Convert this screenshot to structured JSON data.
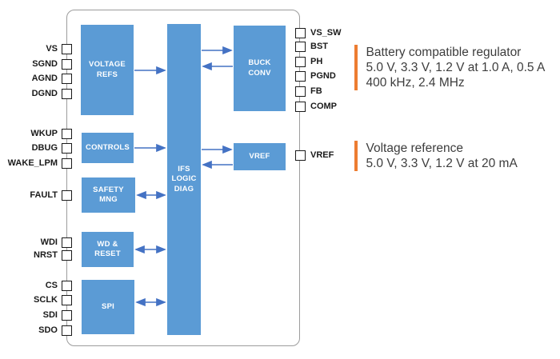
{
  "diagram": {
    "chip": {
      "blocks": [
        {
          "id": "voltage-refs",
          "label": "VOLTAGE\nREFS"
        },
        {
          "id": "controls",
          "label": "CONTROLS"
        },
        {
          "id": "safety-mng",
          "label": "SAFETY\nMNG"
        },
        {
          "id": "wd-reset",
          "label": "WD &\nRESET"
        },
        {
          "id": "spi",
          "label": "SPI"
        },
        {
          "id": "ifs-logic-diag",
          "label": "IFS\nLOGIC\nDIAG"
        },
        {
          "id": "buck-conv",
          "label": "BUCK\nCONV"
        },
        {
          "id": "vref",
          "label": "VREF"
        }
      ],
      "left_pins": [
        "VS",
        "SGND",
        "AGND",
        "DGND",
        "WKUP",
        "DBUG",
        "WAKE_LPM",
        "FAULT",
        "WDI",
        "NRST",
        "CS",
        "SCLK",
        "SDI",
        "SDO"
      ],
      "right_pins": [
        "VS_SW",
        "BST",
        "PH",
        "PGND",
        "FB",
        "COMP",
        "VREF"
      ]
    },
    "connections": [
      {
        "from": "VOLTAGE REFS",
        "to": "IFS LOGIC DIAG",
        "direction": "right"
      },
      {
        "from": "IFS LOGIC DIAG",
        "to": "BUCK CONV",
        "direction": "right"
      },
      {
        "from": "BUCK CONV",
        "to": "IFS LOGIC DIAG",
        "direction": "left"
      },
      {
        "from": "CONTROLS",
        "to": "IFS LOGIC DIAG",
        "direction": "right"
      },
      {
        "from": "IFS LOGIC DIAG",
        "to": "VREF",
        "direction": "right"
      },
      {
        "from": "VREF",
        "to": "IFS LOGIC DIAG",
        "direction": "left"
      },
      {
        "from": "SAFETY MNG",
        "to": "IFS LOGIC DIAG",
        "direction": "bidirectional"
      },
      {
        "from": "WD & RESET",
        "to": "IFS LOGIC DIAG",
        "direction": "bidirectional"
      },
      {
        "from": "SPI",
        "to": "IFS LOGIC DIAG",
        "direction": "bidirectional"
      }
    ],
    "annotations": [
      {
        "title": "Battery compatible regulator",
        "lines": [
          "5.0 V, 3.3 V, 1.2 V at 1.0 A, 0.5 A",
          "400 kHz, 2.4 MHz"
        ]
      },
      {
        "title": "Voltage reference",
        "lines": [
          "5.0 V, 3.3 V, 1.2 V at 20 mA"
        ]
      }
    ],
    "colors": {
      "block_fill": "#5B9BD5",
      "arrow": "#4472C4",
      "accent_bar": "#ED7D31",
      "outline": "#9C9C9C"
    }
  }
}
